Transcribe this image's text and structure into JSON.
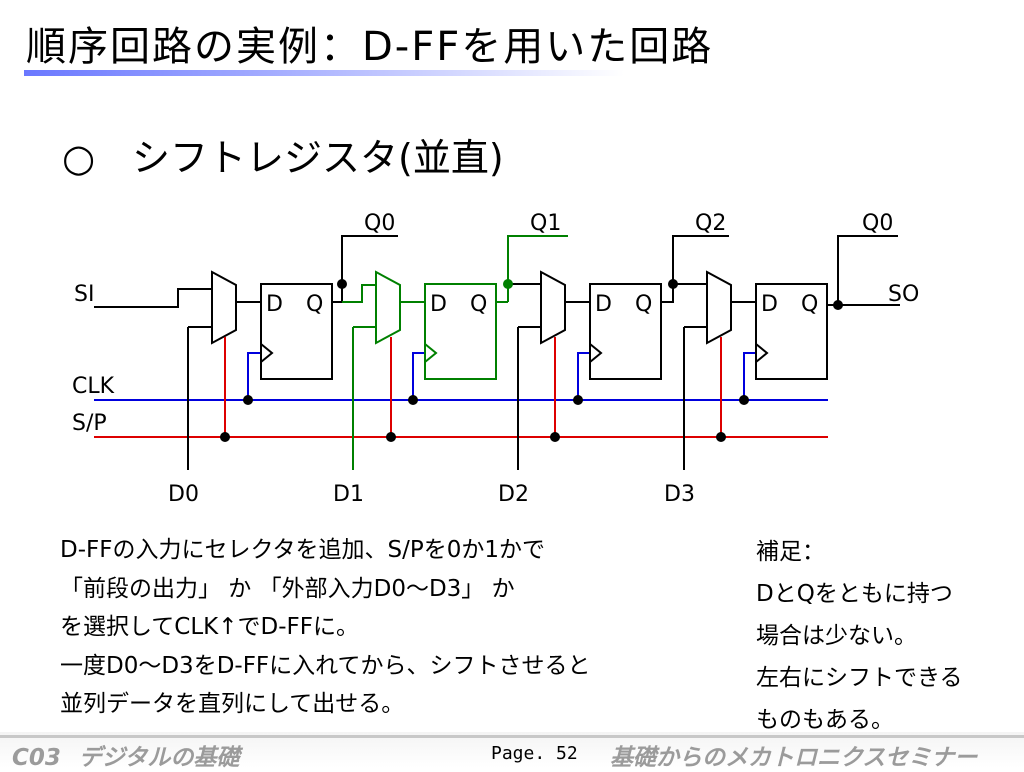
{
  "slide": {
    "title": "順序回路の実例：D-FFを用いた回路",
    "subtitle_bullet": "○",
    "subtitle": "シフトレジスタ(並直)"
  },
  "diagram": {
    "input_labels": [
      "SI",
      "CLK",
      "S/P"
    ],
    "output_labels": [
      "Q0",
      "Q1",
      "Q2",
      "Q0"
    ],
    "serial_output": "SO",
    "parallel_inputs": [
      "D0",
      "D1",
      "D2",
      "D3"
    ],
    "ff_pin_d": "D",
    "ff_pin_q": "Q",
    "colors": {
      "wire": "#000000",
      "clock": "#0000dd",
      "select": "#dd0000",
      "highlight": "#008000"
    }
  },
  "text": {
    "description_lines": [
      "D-FFの入力にセレクタを追加、S/Pを0か1かで",
      "「前段の出力」 か 「外部入力D0～D3」 か",
      "を選択してCLK↑でD-FFに。",
      "一度D0～D3をD-FFに入れてから、シフトさせると",
      "並列データを直列にして出せる。"
    ],
    "note_title": "補足：",
    "note_lines": [
      "DとQをともに持つ",
      "場合は少ない。",
      "左右にシフトできる",
      "ものもある。"
    ]
  },
  "footer": {
    "course": "C03",
    "chapter": "デジタルの基礎",
    "page": "Page. 52",
    "series": "基礎からのメカトロニクスセミナー"
  }
}
